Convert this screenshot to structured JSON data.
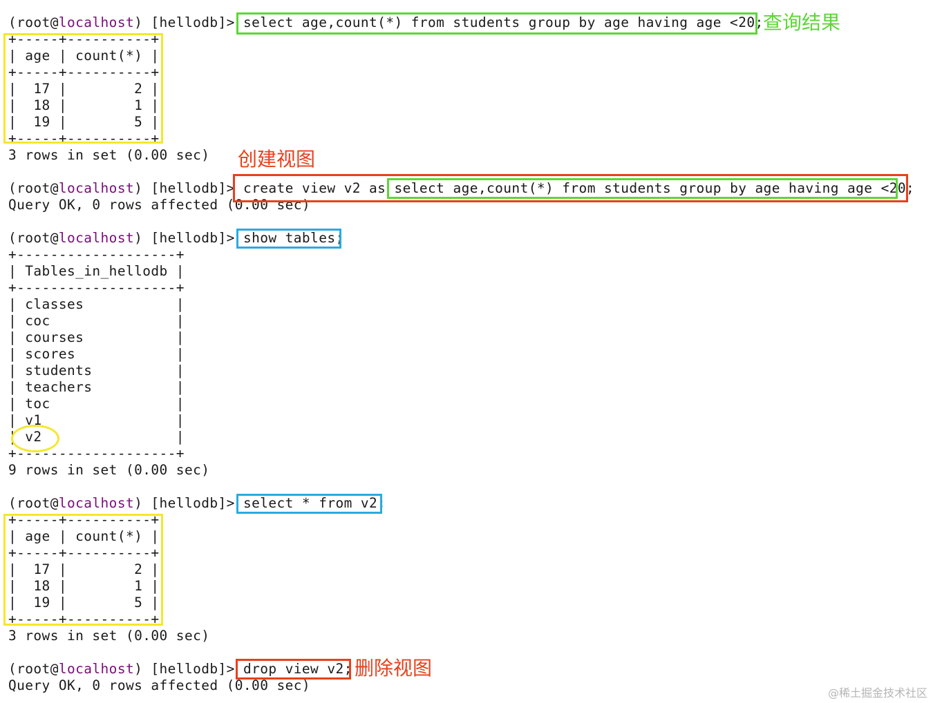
{
  "terminal": {
    "prompt": {
      "user": "(root@",
      "host": "localhost",
      "rest": ") [hellodb]> "
    },
    "blocks": {
      "q1": {
        "command": "select age,count(*) from students group by age having age <20;",
        "table": [
          "+-----+----------+",
          "| age | count(*) |",
          "+-----+----------+",
          "|  17 |        2 |",
          "|  18 |        1 |",
          "|  19 |        5 |",
          "+-----+----------+"
        ],
        "summary": "3 rows in set (0.00 sec)"
      },
      "create": {
        "command_prefix": "create view v2 as ",
        "command_select": "select age,count(*) from students group by age having age <20",
        "command_suffix": ";",
        "result": "Query OK, 0 rows affected (0.00 sec)"
      },
      "show": {
        "command": "show tables;",
        "table": [
          "+-------------------+",
          "| Tables_in_hellodb |",
          "+-------------------+",
          "| classes           |",
          "| coc               |",
          "| courses           |",
          "| scores            |",
          "| students          |",
          "| teachers          |",
          "| toc               |",
          "| v1                |",
          "| v2                |",
          "+-------------------+"
        ],
        "summary": "9 rows in set (0.00 sec)"
      },
      "select_view": {
        "command": "select * from v2;",
        "table": [
          "+-----+----------+",
          "| age | count(*) |",
          "+-----+----------+",
          "|  17 |        2 |",
          "|  18 |        1 |",
          "|  19 |        5 |",
          "+-----+----------+"
        ],
        "summary": "3 rows in set (0.00 sec)"
      },
      "drop": {
        "command": "drop view v2;",
        "result": "Query OK, 0 rows affected (0.00 sec)"
      }
    }
  },
  "annotations": {
    "query_result": "查询结果",
    "create_view": "创建视图",
    "drop_view": "删除视图"
  },
  "colors": {
    "host": "#7a0d7a",
    "green": "#5cd637",
    "yellow": "#f5e72a",
    "red": "#e8401c",
    "cyan": "#2aaadf"
  },
  "watermark": "@稀土掘金技术社区"
}
